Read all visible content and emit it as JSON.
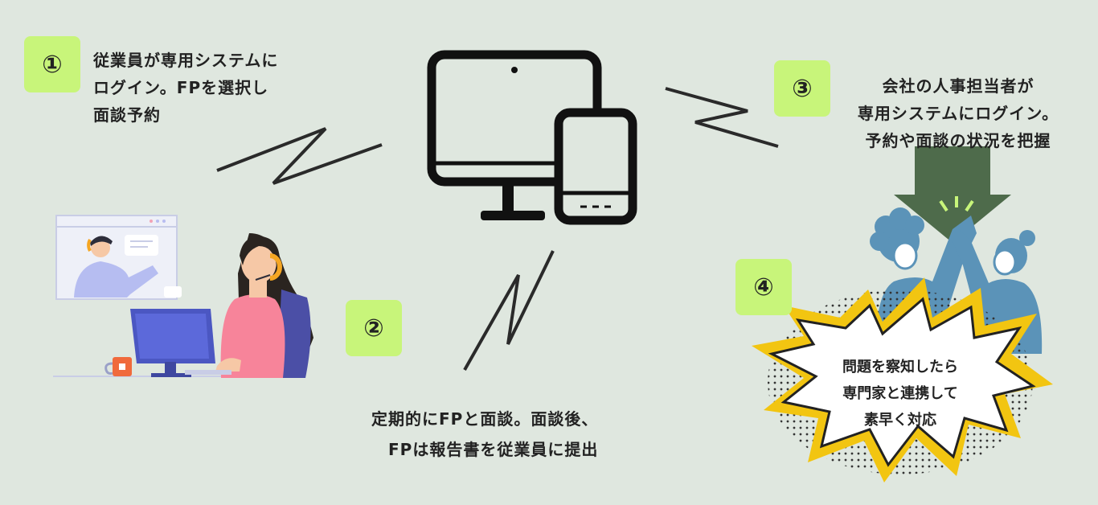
{
  "steps": {
    "s1": {
      "badge": "①",
      "lines": [
        "従業員が専用システムに",
        "ログイン。FPを選択し",
        "面談予約"
      ]
    },
    "s2": {
      "badge": "②",
      "lines": [
        "定期的にFPと面談。面談後、",
        "FPは報告書を従業員に提出"
      ]
    },
    "s3": {
      "badge": "③",
      "lines": [
        "会社の人事担当者が",
        "専用システムにログイン。",
        "予約や面談の状況を把握"
      ]
    },
    "s4": {
      "badge": "④",
      "lines": [
        "問題を察知したら",
        "専門家と連携して",
        "素早く対応"
      ]
    }
  },
  "colors": {
    "background": "#dfe7df",
    "badge": "#c8f57a",
    "arrow": "#4e6b4b",
    "people": "#5b93b8",
    "woman_shirt": "#f7849a",
    "burst_yellow": "#f2c511"
  }
}
